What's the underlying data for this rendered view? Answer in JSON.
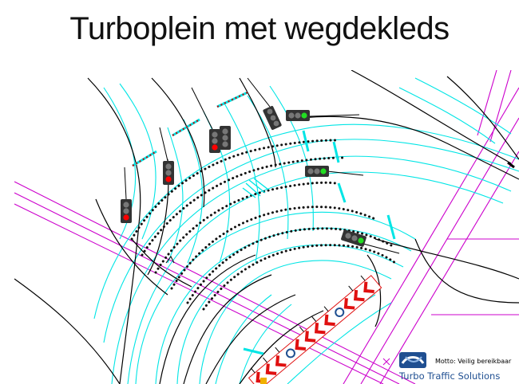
{
  "title": "Turboplein met wegdekleds",
  "logo": {
    "motto": "Motto: Veilig bereikbaar",
    "company": "Turbo Traffic Solutions"
  },
  "colors": {
    "lane_line": "#00e5e5",
    "road_edge": "#000000",
    "crossing_road": "#cc00cc",
    "signal_red": "#ff0000",
    "signal_green": "#22dd22",
    "stop_line_marks": "#cc0000",
    "chevron_red": "#e01010",
    "logo_blue": "#1f4f91"
  },
  "icons": [
    "traffic-light-icon",
    "chevron-marker-icon",
    "company-logo-icon"
  ]
}
